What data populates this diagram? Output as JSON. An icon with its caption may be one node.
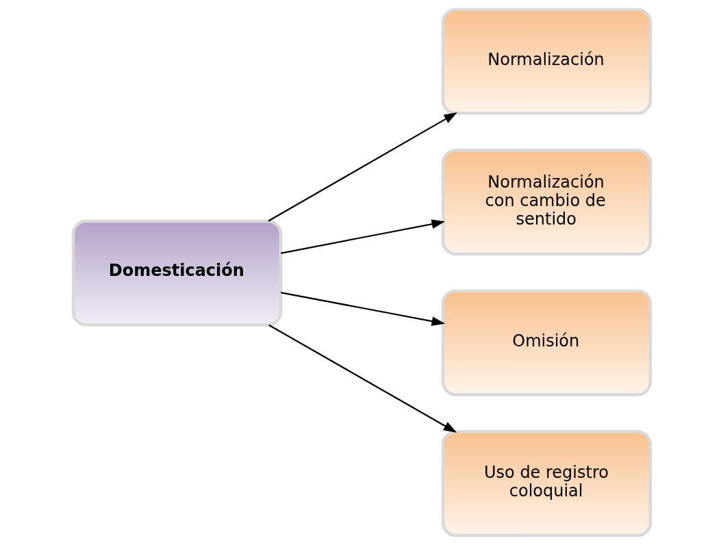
{
  "diagram": {
    "nodes": [
      {
        "text": [
          "Domesticación"
        ]
      },
      {
        "text": [
          "Normalización"
        ]
      },
      {
        "text": [
          "Normalización con cambio de sentido"
        ]
      },
      {
        "text": [
          "Omisión"
        ]
      },
      {
        "text": [
          "Uso de registro coloquial"
        ]
      }
    ],
    "edges": [
      {
        "from": 0,
        "to": 1,
        "arrow": "to"
      },
      {
        "from": 0,
        "to": 2,
        "arrow": "to"
      },
      {
        "from": 0,
        "to": 3,
        "arrow": "to"
      },
      {
        "from": 0,
        "to": 4,
        "arrow": "to"
      }
    ]
  }
}
